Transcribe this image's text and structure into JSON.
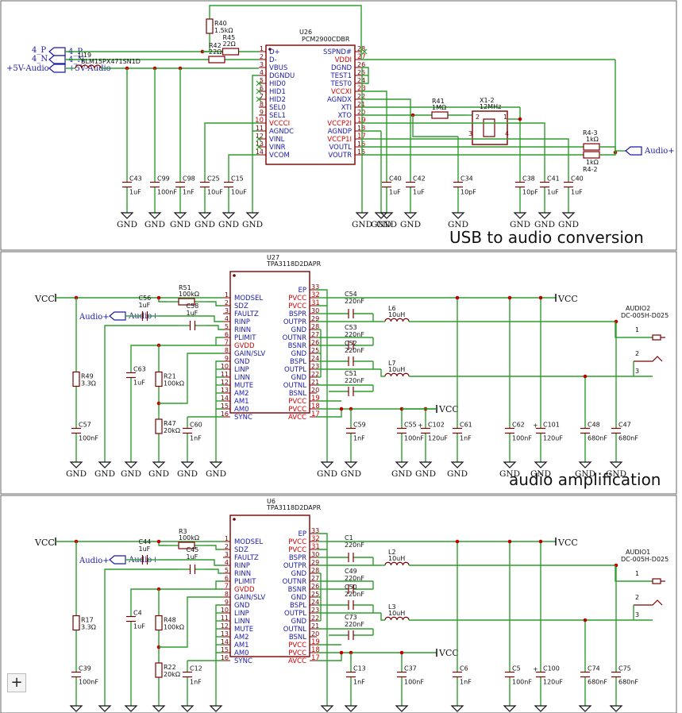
{
  "sections": [
    {
      "title": "USB to audio conversion"
    },
    {
      "title": "audio amplification"
    }
  ],
  "nets": {
    "gnd": "GND",
    "vcc": "VCC",
    "audio_plus": "Audio+",
    "pwr_5v": "+5V-Audio",
    "usb_p": "4_P",
    "usb_n": "4_N"
  },
  "usb_chip": {
    "ref": "U26",
    "part": "PCM2900CDBR",
    "left_pins": [
      {
        "num": "1",
        "name": "D+"
      },
      {
        "num": "2",
        "name": "D-"
      },
      {
        "num": "3",
        "name": "VBUS"
      },
      {
        "num": "4",
        "name": "DGNDU"
      },
      {
        "num": "5",
        "name": "HID0"
      },
      {
        "num": "6",
        "name": "HID1"
      },
      {
        "num": "7",
        "name": "HID2"
      },
      {
        "num": "8",
        "name": "SEL0"
      },
      {
        "num": "9",
        "name": "SEL1"
      },
      {
        "num": "10",
        "name": "VCCCI"
      },
      {
        "num": "11",
        "name": "AGNDC"
      },
      {
        "num": "12",
        "name": "VINL"
      },
      {
        "num": "13",
        "name": "VINR"
      },
      {
        "num": "14",
        "name": "VCOM"
      }
    ],
    "right_pins": [
      {
        "num": "28",
        "name": "SSPND#"
      },
      {
        "num": "27",
        "name": "VDDI"
      },
      {
        "num": "26",
        "name": "DGND"
      },
      {
        "num": "25",
        "name": "TEST1"
      },
      {
        "num": "24",
        "name": "TEST0"
      },
      {
        "num": "23",
        "name": "VCCXI"
      },
      {
        "num": "22",
        "name": "AGNDX"
      },
      {
        "num": "21",
        "name": "XTI"
      },
      {
        "num": "20",
        "name": "XTO"
      },
      {
        "num": "19",
        "name": "VCCP2I"
      },
      {
        "num": "18",
        "name": "AGNDP"
      },
      {
        "num": "17",
        "name": "VCCP1I"
      },
      {
        "num": "16",
        "name": "VOUTL"
      },
      {
        "num": "15",
        "name": "VOUTR"
      }
    ]
  },
  "usb_parts": {
    "r40": {
      "ref": "R40",
      "value": "1.5kΩ"
    },
    "r45": {
      "ref": "R45",
      "value": "22Ω"
    },
    "r42": {
      "ref": "R42",
      "value": "22Ω"
    },
    "u19": {
      "ref": "U19",
      "value": "BLM15PX471SN1D"
    },
    "r41": {
      "ref": "R41",
      "value": "1MΩ"
    },
    "x12": {
      "ref": "X1-2",
      "value": "12MHz"
    },
    "r43": {
      "ref": "R4-3",
      "value": "1kΩ"
    },
    "r42b": {
      "ref": "R4-2",
      "value": "1kΩ"
    },
    "caps": [
      {
        "ref": "C43",
        "value": "1uF"
      },
      {
        "ref": "C99",
        "value": "100nF"
      },
      {
        "ref": "C98",
        "value": "1nF"
      },
      {
        "ref": "C25",
        "value": "10uF"
      },
      {
        "ref": "C15",
        "value": "10uF"
      },
      {
        "ref": "C40",
        "value": "1uF"
      },
      {
        "ref": "C42",
        "value": "1uF"
      },
      {
        "ref": "C34",
        "value": "10pF"
      },
      {
        "ref": "C38",
        "value": "10pF"
      },
      {
        "ref": "C41",
        "value": "1uF"
      },
      {
        "ref": "C40",
        "value": "1uF"
      }
    ],
    "xtal_pins": [
      "1",
      "2",
      "3",
      "4"
    ]
  },
  "amps": [
    {
      "ref": "U27",
      "part": "TPA3118D2DAPR",
      "caps_in": [
        {
          "ref": "C56",
          "value": "1uF"
        },
        {
          "ref": "C58",
          "value": "1uF"
        }
      ],
      "r_sdz": {
        "ref": "R51",
        "value": "100kΩ"
      },
      "r_bot": {
        "ref": "R49",
        "value": "3.3Ω"
      },
      "c_bot": {
        "ref": "C57",
        "value": "100nF"
      },
      "c_gvdd": {
        "ref": "C63",
        "value": "1uF"
      },
      "r_plimit": {
        "ref": "R21",
        "value": "100kΩ"
      },
      "r_gain": {
        "ref": "R47",
        "value": "20kΩ"
      },
      "c_sync": {
        "ref": "C60",
        "value": "1nF"
      },
      "bs_caps": [
        {
          "ref": "C54",
          "value": "220nF"
        },
        {
          "ref": "C53",
          "value": "220nF"
        },
        {
          "ref": "C52",
          "value": "220nF"
        },
        {
          "ref": "C51",
          "value": "220nF"
        }
      ],
      "inductors": [
        {
          "ref": "L6",
          "value": "10uH"
        },
        {
          "ref": "L7",
          "value": "10uH"
        }
      ],
      "bottom_caps": [
        {
          "ref": "C59",
          "value": "1nF"
        },
        {
          "ref": "C55",
          "value": "100nF"
        },
        {
          "ref": "C102",
          "value": "120uF"
        },
        {
          "ref": "C61",
          "value": "1nF"
        },
        {
          "ref": "C62",
          "value": "100nF"
        },
        {
          "ref": "C101",
          "value": "120uF"
        },
        {
          "ref": "C48",
          "value": "680nF"
        },
        {
          "ref": "C47",
          "value": "680nF"
        }
      ],
      "connector": {
        "ref": "AUDIO2",
        "part": "DC-005H-D025",
        "pins": [
          "1",
          "2",
          "3"
        ]
      }
    },
    {
      "ref": "U6",
      "part": "TPA3118D2DAPR",
      "caps_in": [
        {
          "ref": "C44",
          "value": "1uF"
        },
        {
          "ref": "C45",
          "value": "1uF"
        }
      ],
      "r_sdz": {
        "ref": "R3",
        "value": "100kΩ"
      },
      "r_bot": {
        "ref": "R17",
        "value": "3.3Ω"
      },
      "c_bot": {
        "ref": "C39",
        "value": "100nF"
      },
      "c_gvdd": {
        "ref": "C4",
        "value": "1uF"
      },
      "r_plimit": {
        "ref": "R48",
        "value": "100kΩ"
      },
      "r_gain": {
        "ref": "R22",
        "value": "20kΩ"
      },
      "c_sync": {
        "ref": "C12",
        "value": "1nF"
      },
      "bs_caps": [
        {
          "ref": "C1",
          "value": "220nF"
        },
        {
          "ref": "C49",
          "value": "220nF"
        },
        {
          "ref": "C50",
          "value": "220nF"
        },
        {
          "ref": "C73",
          "value": "220nF"
        }
      ],
      "inductors": [
        {
          "ref": "L2",
          "value": "10uH"
        },
        {
          "ref": "L3",
          "value": "10uH"
        }
      ],
      "bottom_caps": [
        {
          "ref": "C13",
          "value": "1nF"
        },
        {
          "ref": "C37",
          "value": "100nF"
        },
        {
          "ref": "C6",
          "value": "1nF"
        },
        {
          "ref": "C5",
          "value": "100nF"
        },
        {
          "ref": "C100",
          "value": "120uF"
        },
        {
          "ref": "C74",
          "value": "680nF"
        },
        {
          "ref": "C75",
          "value": "680nF"
        }
      ],
      "connector": {
        "ref": "AUDIO1",
        "part": "DC-005H-D025",
        "pins": [
          "1",
          "2",
          "3"
        ]
      }
    }
  ],
  "amp_pins": {
    "left": [
      {
        "num": "1",
        "name": "MODSEL"
      },
      {
        "num": "2",
        "name": "SDZ"
      },
      {
        "num": "3",
        "name": "FAULTZ"
      },
      {
        "num": "4",
        "name": "RINP"
      },
      {
        "num": "5",
        "name": "RINN"
      },
      {
        "num": "6",
        "name": "PLIMIT"
      },
      {
        "num": "7",
        "name": "GVDD"
      },
      {
        "num": "8",
        "name": "GAIN/SLV"
      },
      {
        "num": "9",
        "name": "GND"
      },
      {
        "num": "10",
        "name": "LINP"
      },
      {
        "num": "11",
        "name": "LINN"
      },
      {
        "num": "12",
        "name": "MUTE"
      },
      {
        "num": "13",
        "name": "AM2"
      },
      {
        "num": "14",
        "name": "AM1"
      },
      {
        "num": "15",
        "name": "AM0"
      },
      {
        "num": "16",
        "name": "SYNC"
      }
    ],
    "right": [
      {
        "num": "33",
        "name": "EP"
      },
      {
        "num": "32",
        "name": "PVCC"
      },
      {
        "num": "31",
        "name": "PVCC"
      },
      {
        "num": "30",
        "name": "BSPR"
      },
      {
        "num": "29",
        "name": "OUTPR"
      },
      {
        "num": "28",
        "name": "GND"
      },
      {
        "num": "27",
        "name": "OUTNR"
      },
      {
        "num": "26",
        "name": "BSNR"
      },
      {
        "num": "25",
        "name": "GND"
      },
      {
        "num": "24",
        "name": "BSPL"
      },
      {
        "num": "23",
        "name": "OUTPL"
      },
      {
        "num": "22",
        "name": "GND"
      },
      {
        "num": "21",
        "name": "OUTNL"
      },
      {
        "num": "20",
        "name": "BSNL"
      },
      {
        "num": "19",
        "name": "PVCC"
      },
      {
        "num": "18",
        "name": "PVCC"
      },
      {
        "num": "17",
        "name": "AVCC"
      }
    ]
  },
  "ui": {
    "zoom_label": "+"
  },
  "colors": {
    "wire": "#2e9e2e",
    "component": "#7a0000",
    "net_label": "#1a1aa8",
    "pin_highlight": "#d00000"
  }
}
